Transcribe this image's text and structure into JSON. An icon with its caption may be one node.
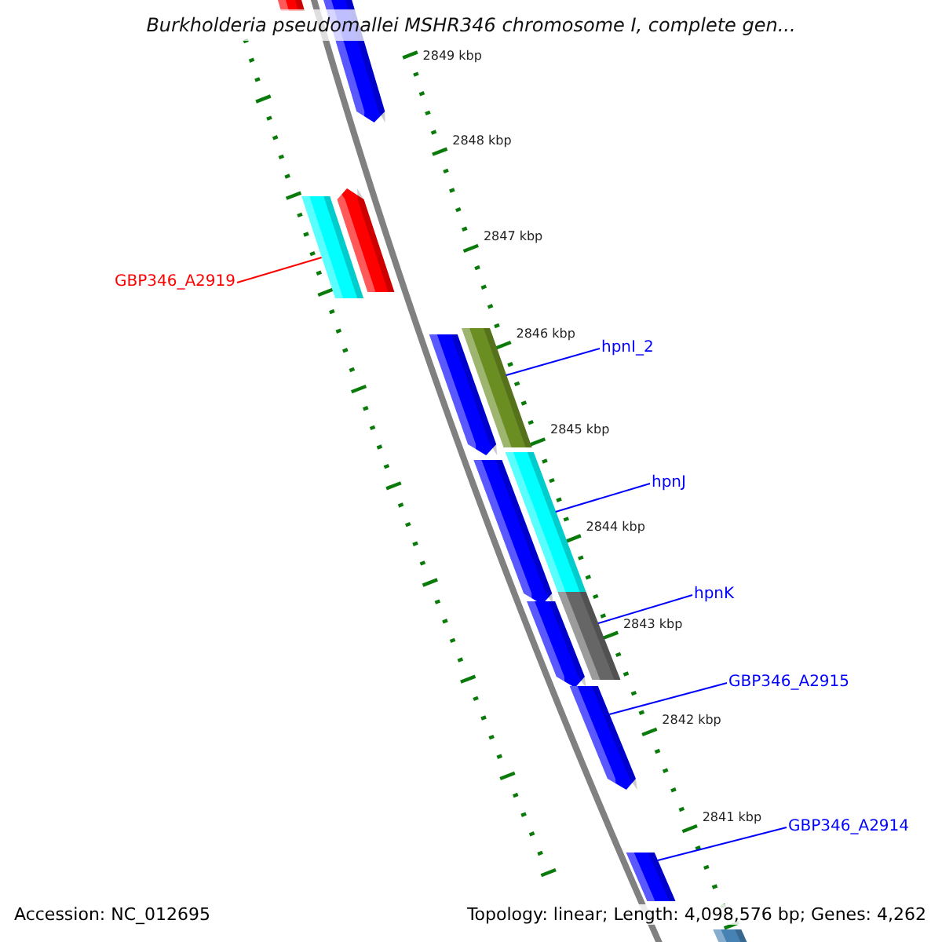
{
  "diagram": {
    "title": "Burkholderia pseudomallei MSHR346 chromosome I, complete gen...",
    "nodes": [
      {
        "text": [
          "GBP346_A2919"
        ]
      },
      {
        "text": [],
        "shape": "bar"
      },
      {
        "text": [
          "hpnI_2"
        ]
      },
      {
        "text": [],
        "shape": "bar"
      },
      {
        "text": [
          "hpnJ"
        ]
      },
      {
        "text": [],
        "shape": "bar"
      },
      {
        "text": [
          "hpnK"
        ]
      },
      {
        "text": [],
        "shape": "bar"
      },
      {
        "text": [
          "GBP346_A2915"
        ]
      },
      {
        "text": [],
        "shape": "bar"
      },
      {
        "text": [
          "GBP346_A2914"
        ]
      },
      {
        "text": [],
        "shape": "bar"
      }
    ],
    "edges": [
      {
        "from": 0,
        "to": 1,
        "arrow": "none",
        "color": "#ff0000"
      },
      {
        "from": 2,
        "to": 3,
        "arrow": "none"
      },
      {
        "from": 4,
        "to": 5,
        "arrow": "none"
      },
      {
        "from": 6,
        "to": 7,
        "arrow": "none"
      },
      {
        "from": 8,
        "to": 9,
        "arrow": "none"
      },
      {
        "from": 10,
        "to": 11,
        "arrow": "none"
      }
    ],
    "labels": [
      "2849 kbp",
      "2848 kbp",
      "2847 kbp",
      "2846 kbp",
      "2845 kbp",
      "2844 kbp",
      "2843 kbp",
      "2842 kbp",
      "2841 kbp",
      "Accession: NC_012695",
      "Topology: linear; Length: 4,098,576 bp; Genes: 4,262"
    ]
  }
}
